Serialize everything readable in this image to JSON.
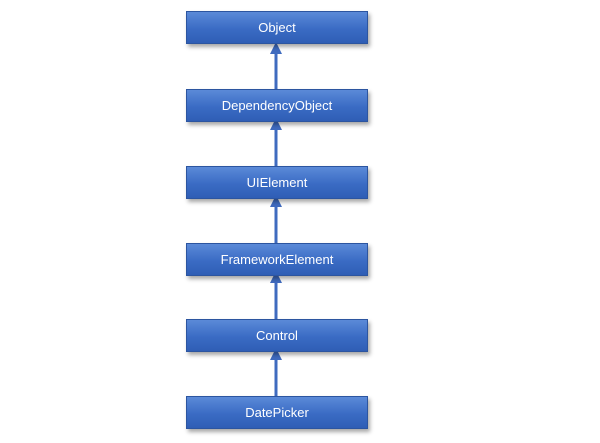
{
  "diagram": {
    "nodes": [
      {
        "id": "object",
        "label": "Object"
      },
      {
        "id": "dependency-object",
        "label": "DependencyObject"
      },
      {
        "id": "ui-element",
        "label": "UIElement"
      },
      {
        "id": "framework-element",
        "label": "FrameworkElement"
      },
      {
        "id": "control",
        "label": "Control"
      },
      {
        "id": "date-picker",
        "label": "DatePicker"
      }
    ],
    "edges": [
      {
        "from": "dependency-object",
        "to": "object"
      },
      {
        "from": "ui-element",
        "to": "dependency-object"
      },
      {
        "from": "framework-element",
        "to": "ui-element"
      },
      {
        "from": "control",
        "to": "framework-element"
      },
      {
        "from": "date-picker",
        "to": "control"
      }
    ],
    "colors": {
      "box_fill": "#3a6bc4",
      "box_border": "#2c55a0",
      "arrow": "#3f6bbf",
      "text": "#ffffff"
    }
  }
}
